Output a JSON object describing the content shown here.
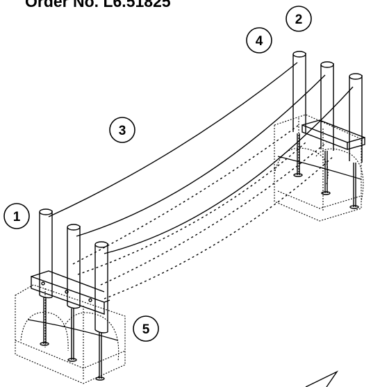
{
  "title": "Order No. L6.51825",
  "callouts": [
    {
      "label": "1"
    },
    {
      "label": "2"
    },
    {
      "label": "3"
    },
    {
      "label": "4"
    },
    {
      "label": "5"
    }
  ]
}
